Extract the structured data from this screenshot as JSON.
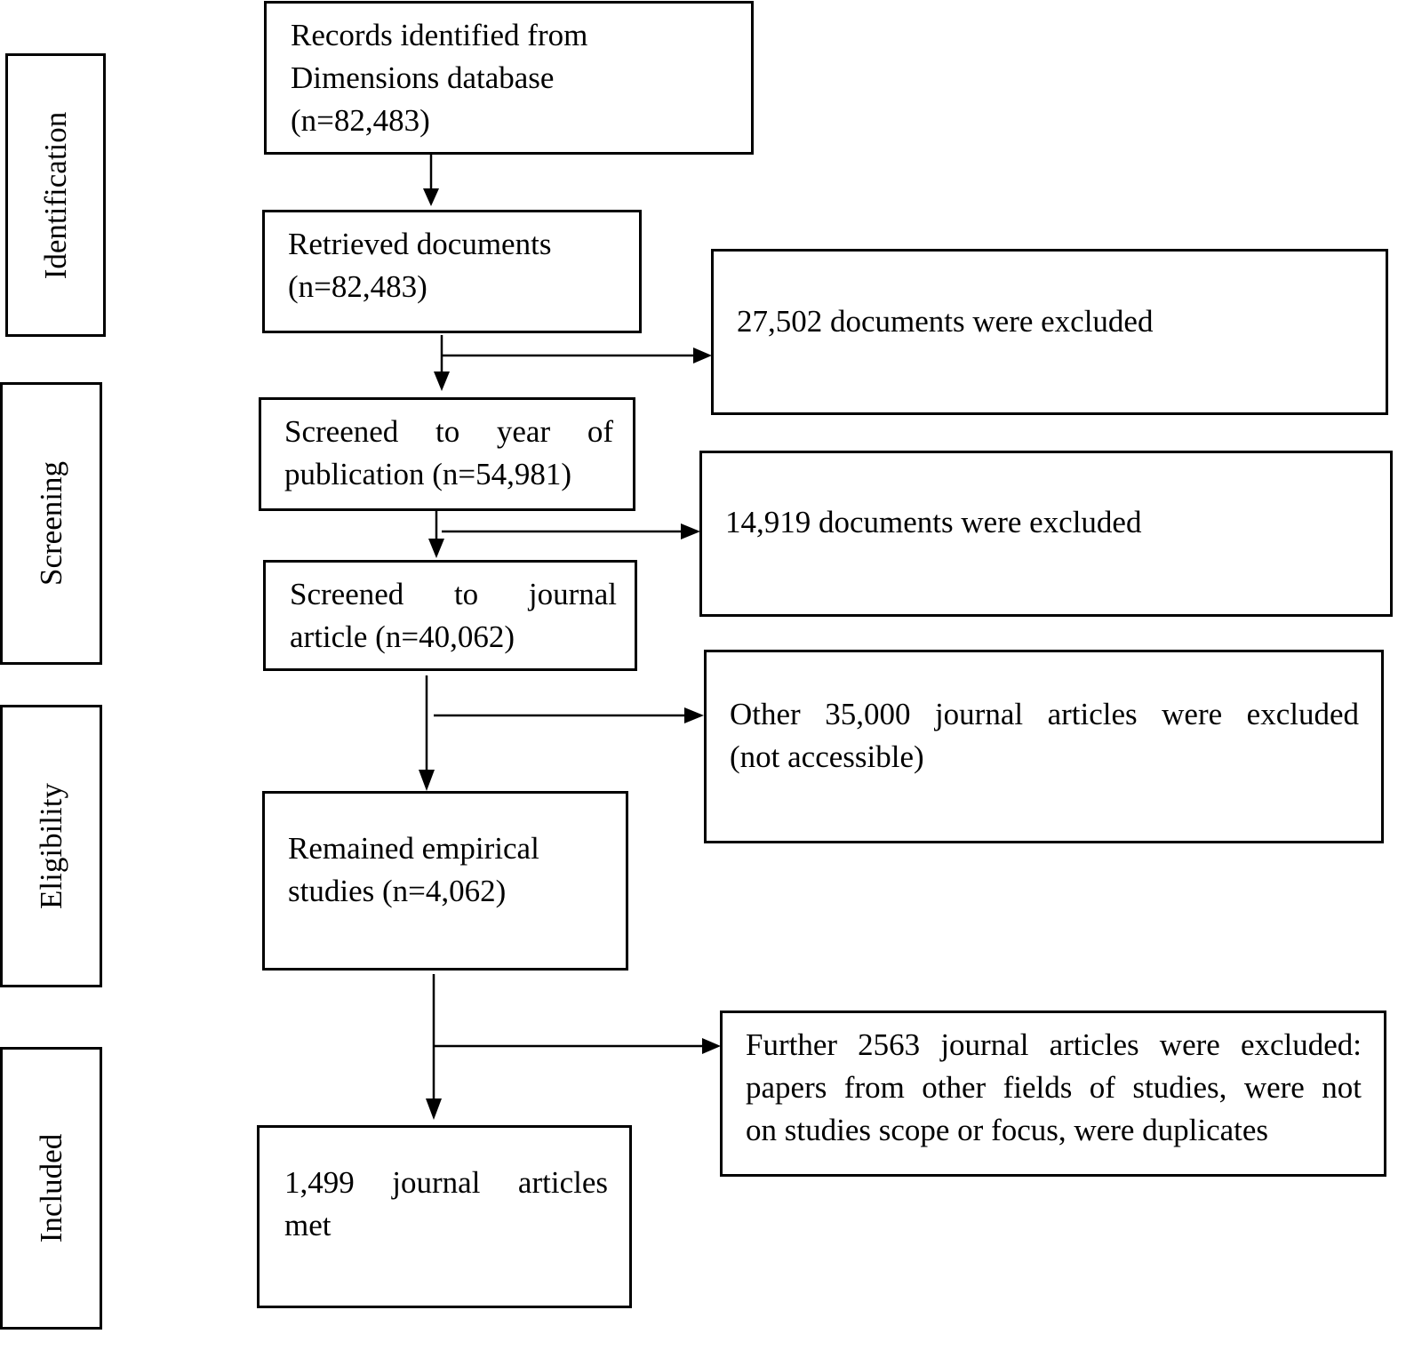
{
  "phases": {
    "identification": "Identification",
    "screening": "Screening",
    "eligibility": "Eligibility",
    "included": "Included"
  },
  "boxes": {
    "records_identified": [
      "Records identified from",
      "Dimensions database",
      "(n=82,483)"
    ],
    "retrieved": [
      "Retrieved documents",
      "(n=82,483)"
    ],
    "screened_year": [
      "Screened to year of",
      "publication (n=54,981)"
    ],
    "screened_journal": [
      "Screened to journal",
      "article (n=40,062)"
    ],
    "remained_empirical": [
      "Remained empirical",
      "studies (n=4,062)"
    ],
    "final_included": [
      "1,499 journal articles",
      "met"
    ],
    "excluded_1": "27,502 documents were excluded",
    "excluded_2": "14,919 documents were excluded",
    "excluded_3": [
      "Other 35,000 journal articles were excluded",
      "(not accessible)"
    ],
    "excluded_4": [
      "Further 2563 journal articles were excluded:",
      "papers from other fields of studies, were not",
      "on studies scope or focus, were duplicates"
    ]
  }
}
